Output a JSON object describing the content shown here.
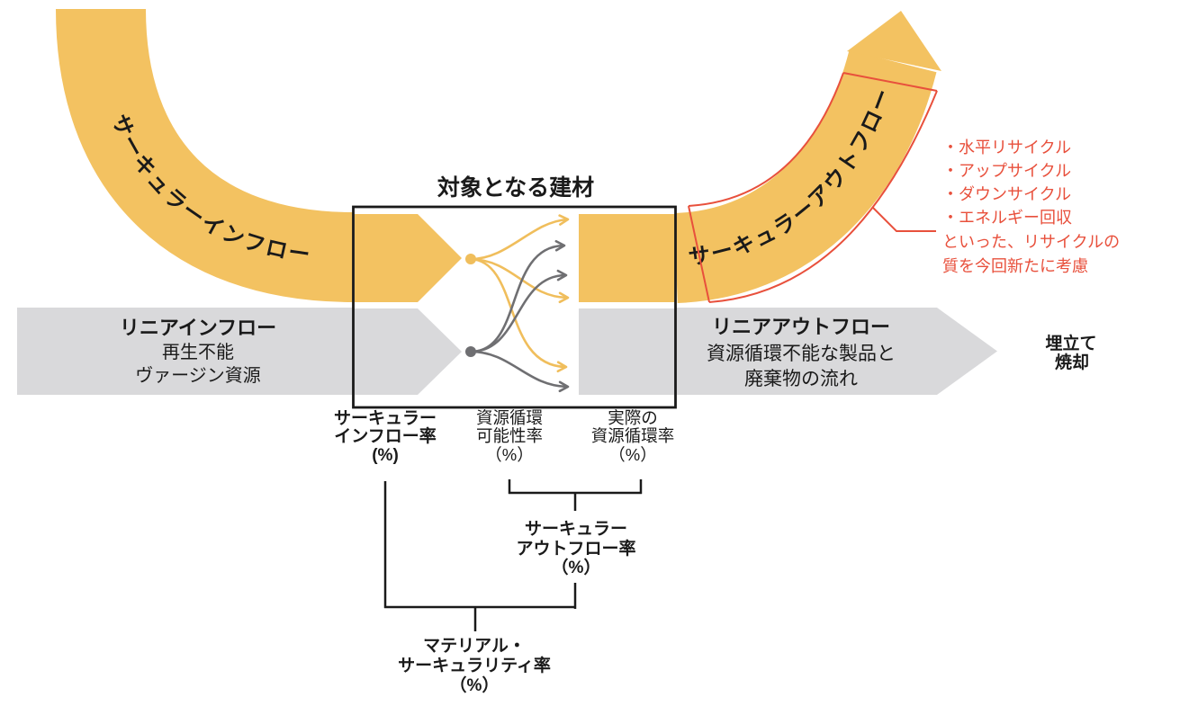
{
  "title": "対象となる建材",
  "bands": {
    "circular_inflow": "サーキュラーインフロー",
    "circular_outflow": "サーキュラーアウトフロー",
    "linear_inflow": {
      "line1": "リニアインフロー",
      "line2": "再生不能",
      "line3": "ヴァージン資源"
    },
    "linear_outflow": {
      "line1": "リニアアウトフロー",
      "line2": "資源循環不能な製品と",
      "line3": "廃棄物の流れ"
    },
    "disposal": {
      "line1": "埋立て",
      "line2": "焼却"
    }
  },
  "note": {
    "items": [
      "・水平リサイクル",
      "・アップサイクル",
      "・ダウンサイクル",
      "・エネルギー回収"
    ],
    "line5": "といった、リサイクルの",
    "line6": "質を今回新たに考慮"
  },
  "metrics": {
    "circular_inflow_rate": {
      "line1": "サーキュラー",
      "line2": "インフロー率",
      "line3": "(%)"
    },
    "recyclability_rate": {
      "line1": "資源循環",
      "line2": "可能性率",
      "line3": "（%）"
    },
    "actual_recycling_rate": {
      "line1": "実際の",
      "line2": "資源循環率",
      "line3": "（%）"
    },
    "circular_outflow_rate": {
      "line1": "サーキュラー",
      "line2": "アウトフロー率",
      "line3": "（%）"
    },
    "material_circularity_rate": {
      "line1": "マテリアル・",
      "line2": "サーキュラリティ率",
      "line3": "（%）"
    }
  },
  "colors": {
    "orange": "#F3C261",
    "band_gray": "#D9D9DB",
    "flow_gray": "#6F6F72",
    "red": "#E8503C",
    "black": "#1A1A1A"
  }
}
